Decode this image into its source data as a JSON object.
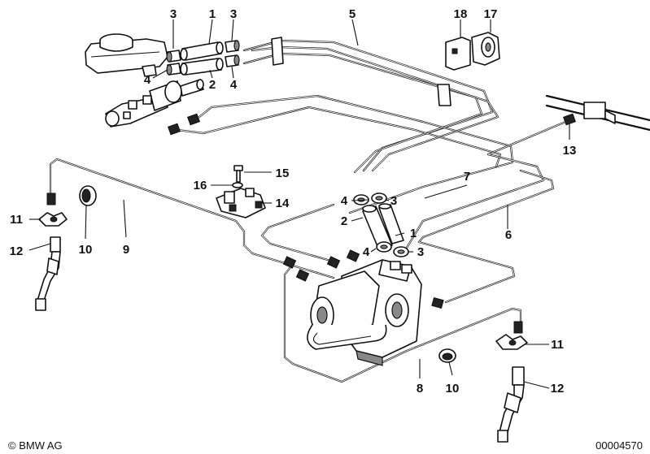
{
  "callouts": {
    "c1a": "1",
    "c1b": "1",
    "c2a": "2",
    "c2b": "2",
    "c3a": "3",
    "c3b": "3",
    "c3c": "3",
    "c3d": "3",
    "c4a": "4",
    "c4b": "4",
    "c4c": "4",
    "c4d": "4",
    "c5": "5",
    "c6": "6",
    "c7": "7",
    "c8": "8",
    "c9": "9",
    "c10a": "10",
    "c10b": "10",
    "c11a": "11",
    "c11b": "11",
    "c12a": "12",
    "c12b": "12",
    "c13": "13",
    "c14": "14",
    "c15": "15",
    "c16": "16",
    "c17": "17",
    "c18": "18"
  },
  "footer": {
    "copyright": "© BMW AG",
    "diagram_id": "00004570"
  }
}
